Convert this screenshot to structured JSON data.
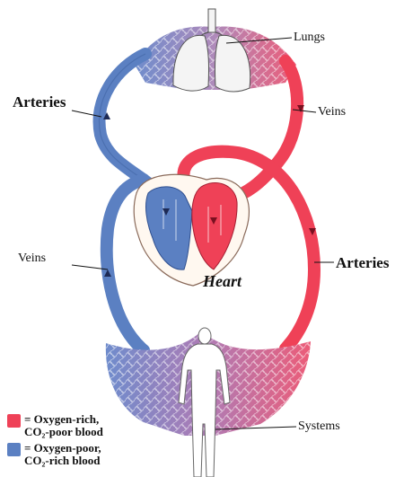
{
  "labels": {
    "lungs": "Lungs",
    "veins_top": "Veins",
    "arteries_left": "Arteries",
    "veins_left": "Veins",
    "arteries_right": "Arteries",
    "heart": "Heart",
    "systems": "Systems"
  },
  "legend": [
    {
      "line1": "= Oxygen-rich,",
      "line2": "CO₂-poor blood",
      "color": "#ef4157"
    },
    {
      "line1": "= Oxygen-poor,",
      "line2": "CO₂-rich blood",
      "color": "#5b80c2"
    }
  ],
  "colors": {
    "oxygen_rich": "#ef4157",
    "oxygen_poor": "#5b80c2",
    "mixed": "#a07bb0"
  }
}
